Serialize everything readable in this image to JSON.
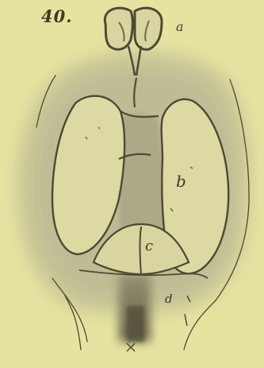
{
  "figure": {
    "number": "40.",
    "labels": {
      "a": "a",
      "b": "b",
      "c": "c",
      "d": "d"
    }
  },
  "colors": {
    "paper": "#e6e3a1",
    "shadow": "#a7a68a",
    "stroke": "#4c4a32"
  }
}
